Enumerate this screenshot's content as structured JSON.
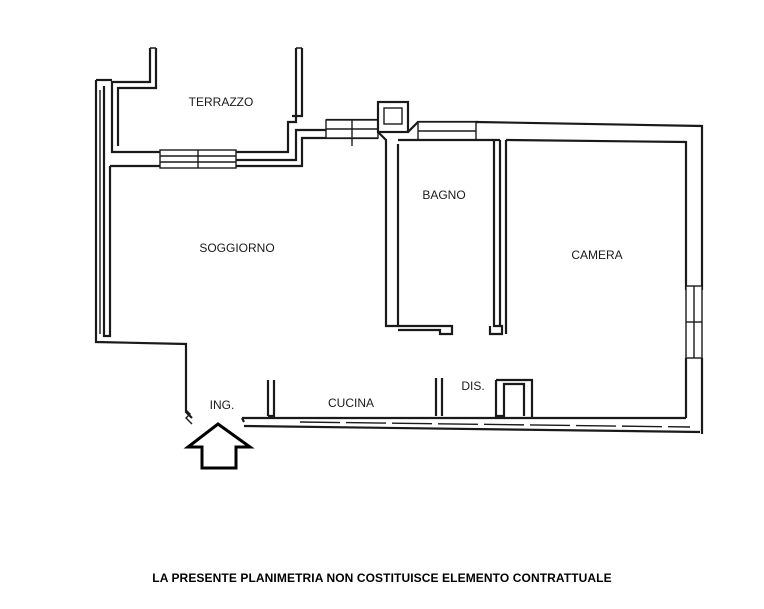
{
  "rooms": {
    "terrazzo": "TERRAZZO",
    "soggiorno": "SOGGIORNO",
    "bagno": "BAGNO",
    "camera": "CAMERA",
    "ingresso": "ING.",
    "cucina": "CUCINA",
    "disimpegno": "DIS."
  },
  "footer": {
    "disclaimer": "LA PRESENTE PLANIMETRIA NON COSTITUISCE ELEMENTO CONTRATTUALE"
  }
}
